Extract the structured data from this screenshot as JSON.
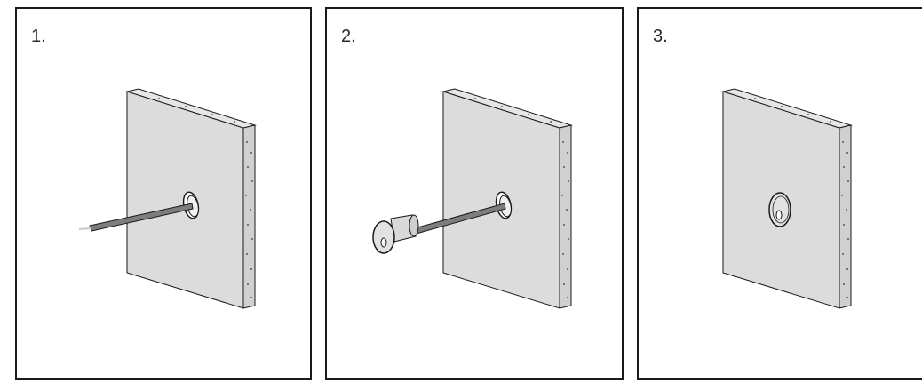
{
  "steps": [
    {
      "number": "1.",
      "scene": "cable-through-hole"
    },
    {
      "number": "2.",
      "scene": "grommet-on-cable"
    },
    {
      "number": "3.",
      "scene": "grommet-installed"
    }
  ],
  "colors": {
    "border": "#1a1a1a",
    "panel_face": "#dcdcdc",
    "panel_edge": "#d0d0d0",
    "cable": "#7d7d7d",
    "grommet": "#d9d9d9"
  }
}
